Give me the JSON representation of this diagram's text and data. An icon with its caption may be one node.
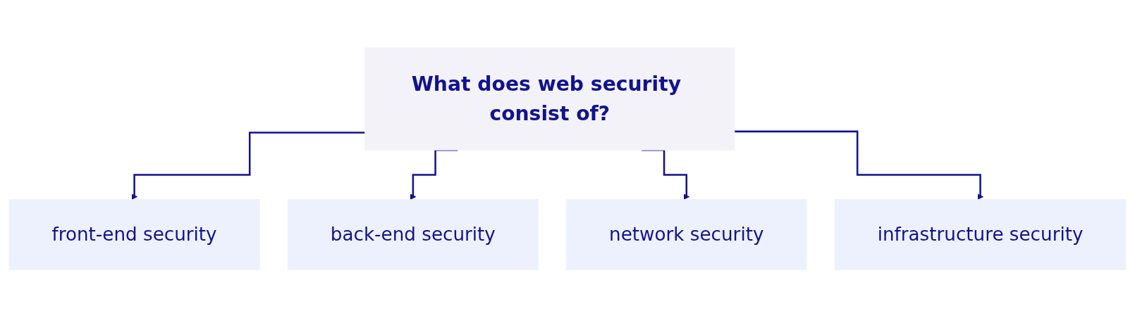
{
  "diagram": {
    "nodes": [
      {
        "text": [
          "What does web security consist of?"
        ]
      },
      {
        "text": [
          "front-end security"
        ]
      },
      {
        "text": [
          "back-end security"
        ]
      },
      {
        "text": [
          "network security"
        ]
      },
      {
        "text": [
          "infrastructure security"
        ]
      }
    ],
    "edges": [
      {
        "from": 0,
        "to": 1,
        "arrow": "to"
      },
      {
        "from": 0,
        "to": 2,
        "arrow": "to"
      },
      {
        "from": 0,
        "to": 3,
        "arrow": "to"
      },
      {
        "from": 0,
        "to": 4,
        "arrow": "to"
      }
    ]
  }
}
